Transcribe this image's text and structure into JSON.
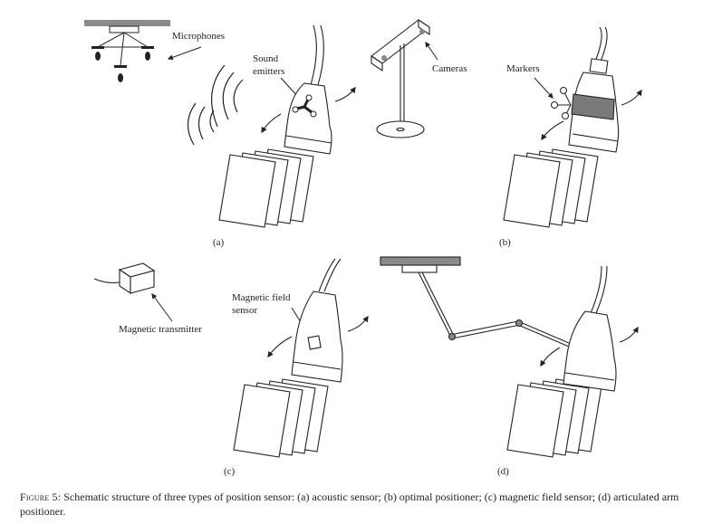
{
  "figure": {
    "labels": {
      "microphones": "Microphones",
      "sound_emitters_line1": "Sound",
      "sound_emitters_line2": "emitters",
      "cameras": "Cameras",
      "markers": "Markers",
      "magnetic_transmitter": "Magnetic transmitter",
      "magnetic_field_sensor_line1": "Magnetic field",
      "magnetic_field_sensor_line2": "sensor"
    },
    "panels": {
      "a": "(a)",
      "b": "(b)",
      "c": "(c)",
      "d": "(d)"
    }
  },
  "caption": {
    "figure_number": "Figure 5:",
    "text": "Schematic structure of three types of position sensor: (a) acoustic sensor; (b) optimal positioner; (c) magnetic field sensor; (d) articulated arm positioner."
  },
  "colors": {
    "ink": "#222222",
    "marker_band": "#7a7a7a",
    "ceiling_bar": "#8a8a8a"
  }
}
